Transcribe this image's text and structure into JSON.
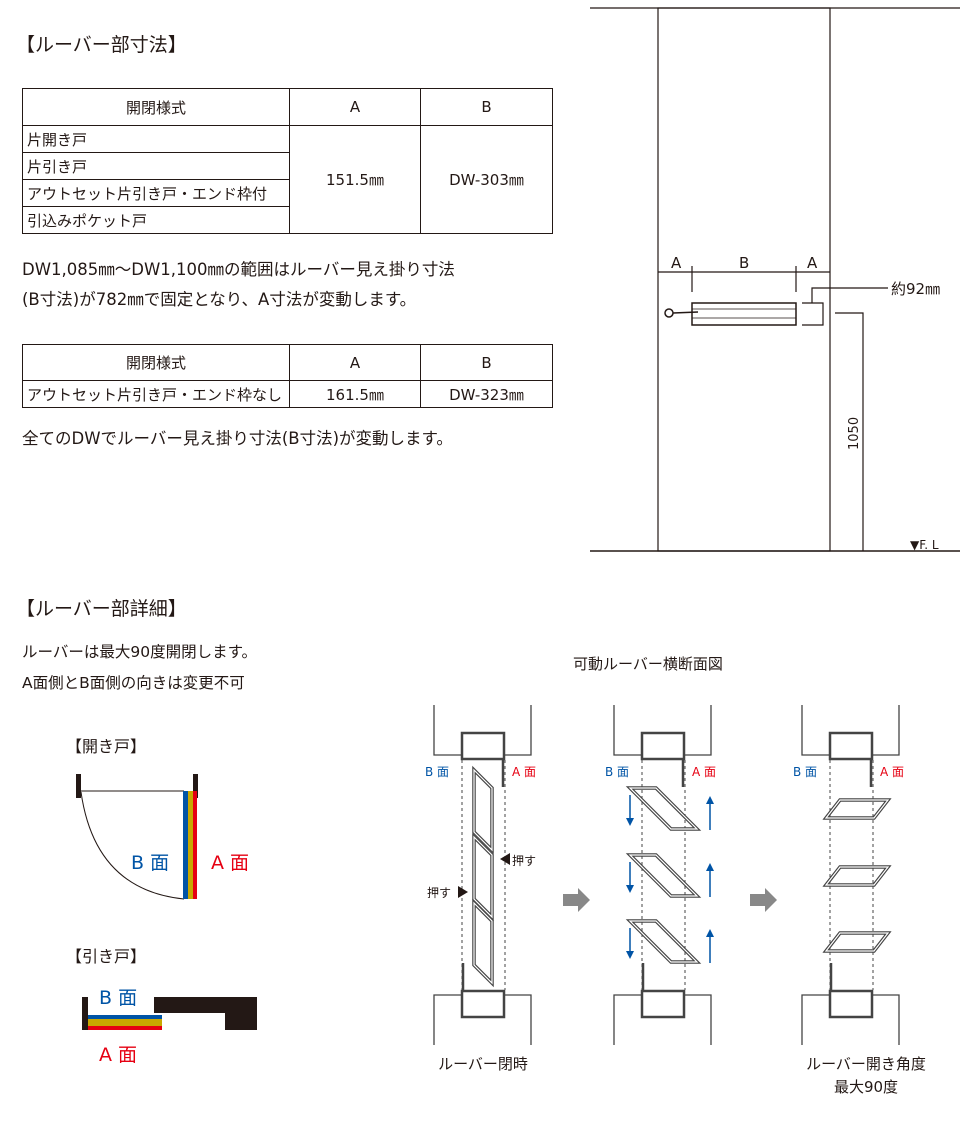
{
  "section1": {
    "title": "【ルーバー部寸法】",
    "table1": {
      "headers": [
        "開閉様式",
        "A",
        "B"
      ],
      "rows": [
        "片開き戸",
        "片引き戸",
        "アウトセット片引き戸・エンド枠付",
        "引込みポケット戸"
      ],
      "a_value": "151.5㎜",
      "b_value": "DW-303㎜"
    },
    "note1_line1": "DW1,085㎜～DW1,100㎜の範囲はルーバー見え掛り寸法",
    "note1_line2": "(B寸法)が782㎜で固定となり、A寸法が変動します。",
    "table2": {
      "headers": [
        "開閉様式",
        "A",
        "B"
      ],
      "row": [
        "アウトセット片引き戸・エンド枠なし",
        "161.5㎜",
        "DW-323㎜"
      ]
    },
    "note2": "全てのDWでルーバー見え掛り寸法(B寸法)が変動します。"
  },
  "door_drawing": {
    "dim_a_left": "A",
    "dim_b": "B",
    "dim_a_right": "A",
    "louver_height": "約92㎜",
    "height_from_floor": "1050",
    "floor_label": "▼F. L"
  },
  "section2": {
    "title": "【ルーバー部詳細】",
    "desc_line1": "ルーバーは最大90度開閉します。",
    "desc_line2": "A面側とB面側の向きは変更不可",
    "swing_door": {
      "title": "【開き戸】",
      "b_face": "B 面",
      "a_face": "A 面"
    },
    "sliding_door": {
      "title": "【引き戸】",
      "b_face": "B 面",
      "a_face": "A 面"
    },
    "cross_section": {
      "title": "可動ルーバー横断面図",
      "b_face": "B 面",
      "a_face": "A 面",
      "push_label": "押す",
      "caption_closed": "ルーバー閉時",
      "caption_open_line1": "ルーバー開き角度",
      "caption_open_line2": "最大90度"
    }
  },
  "colors": {
    "ink": "#231815",
    "blue": "#0054a6",
    "red": "#e60012",
    "yellow": "#c8a800",
    "gray": "#888888"
  }
}
